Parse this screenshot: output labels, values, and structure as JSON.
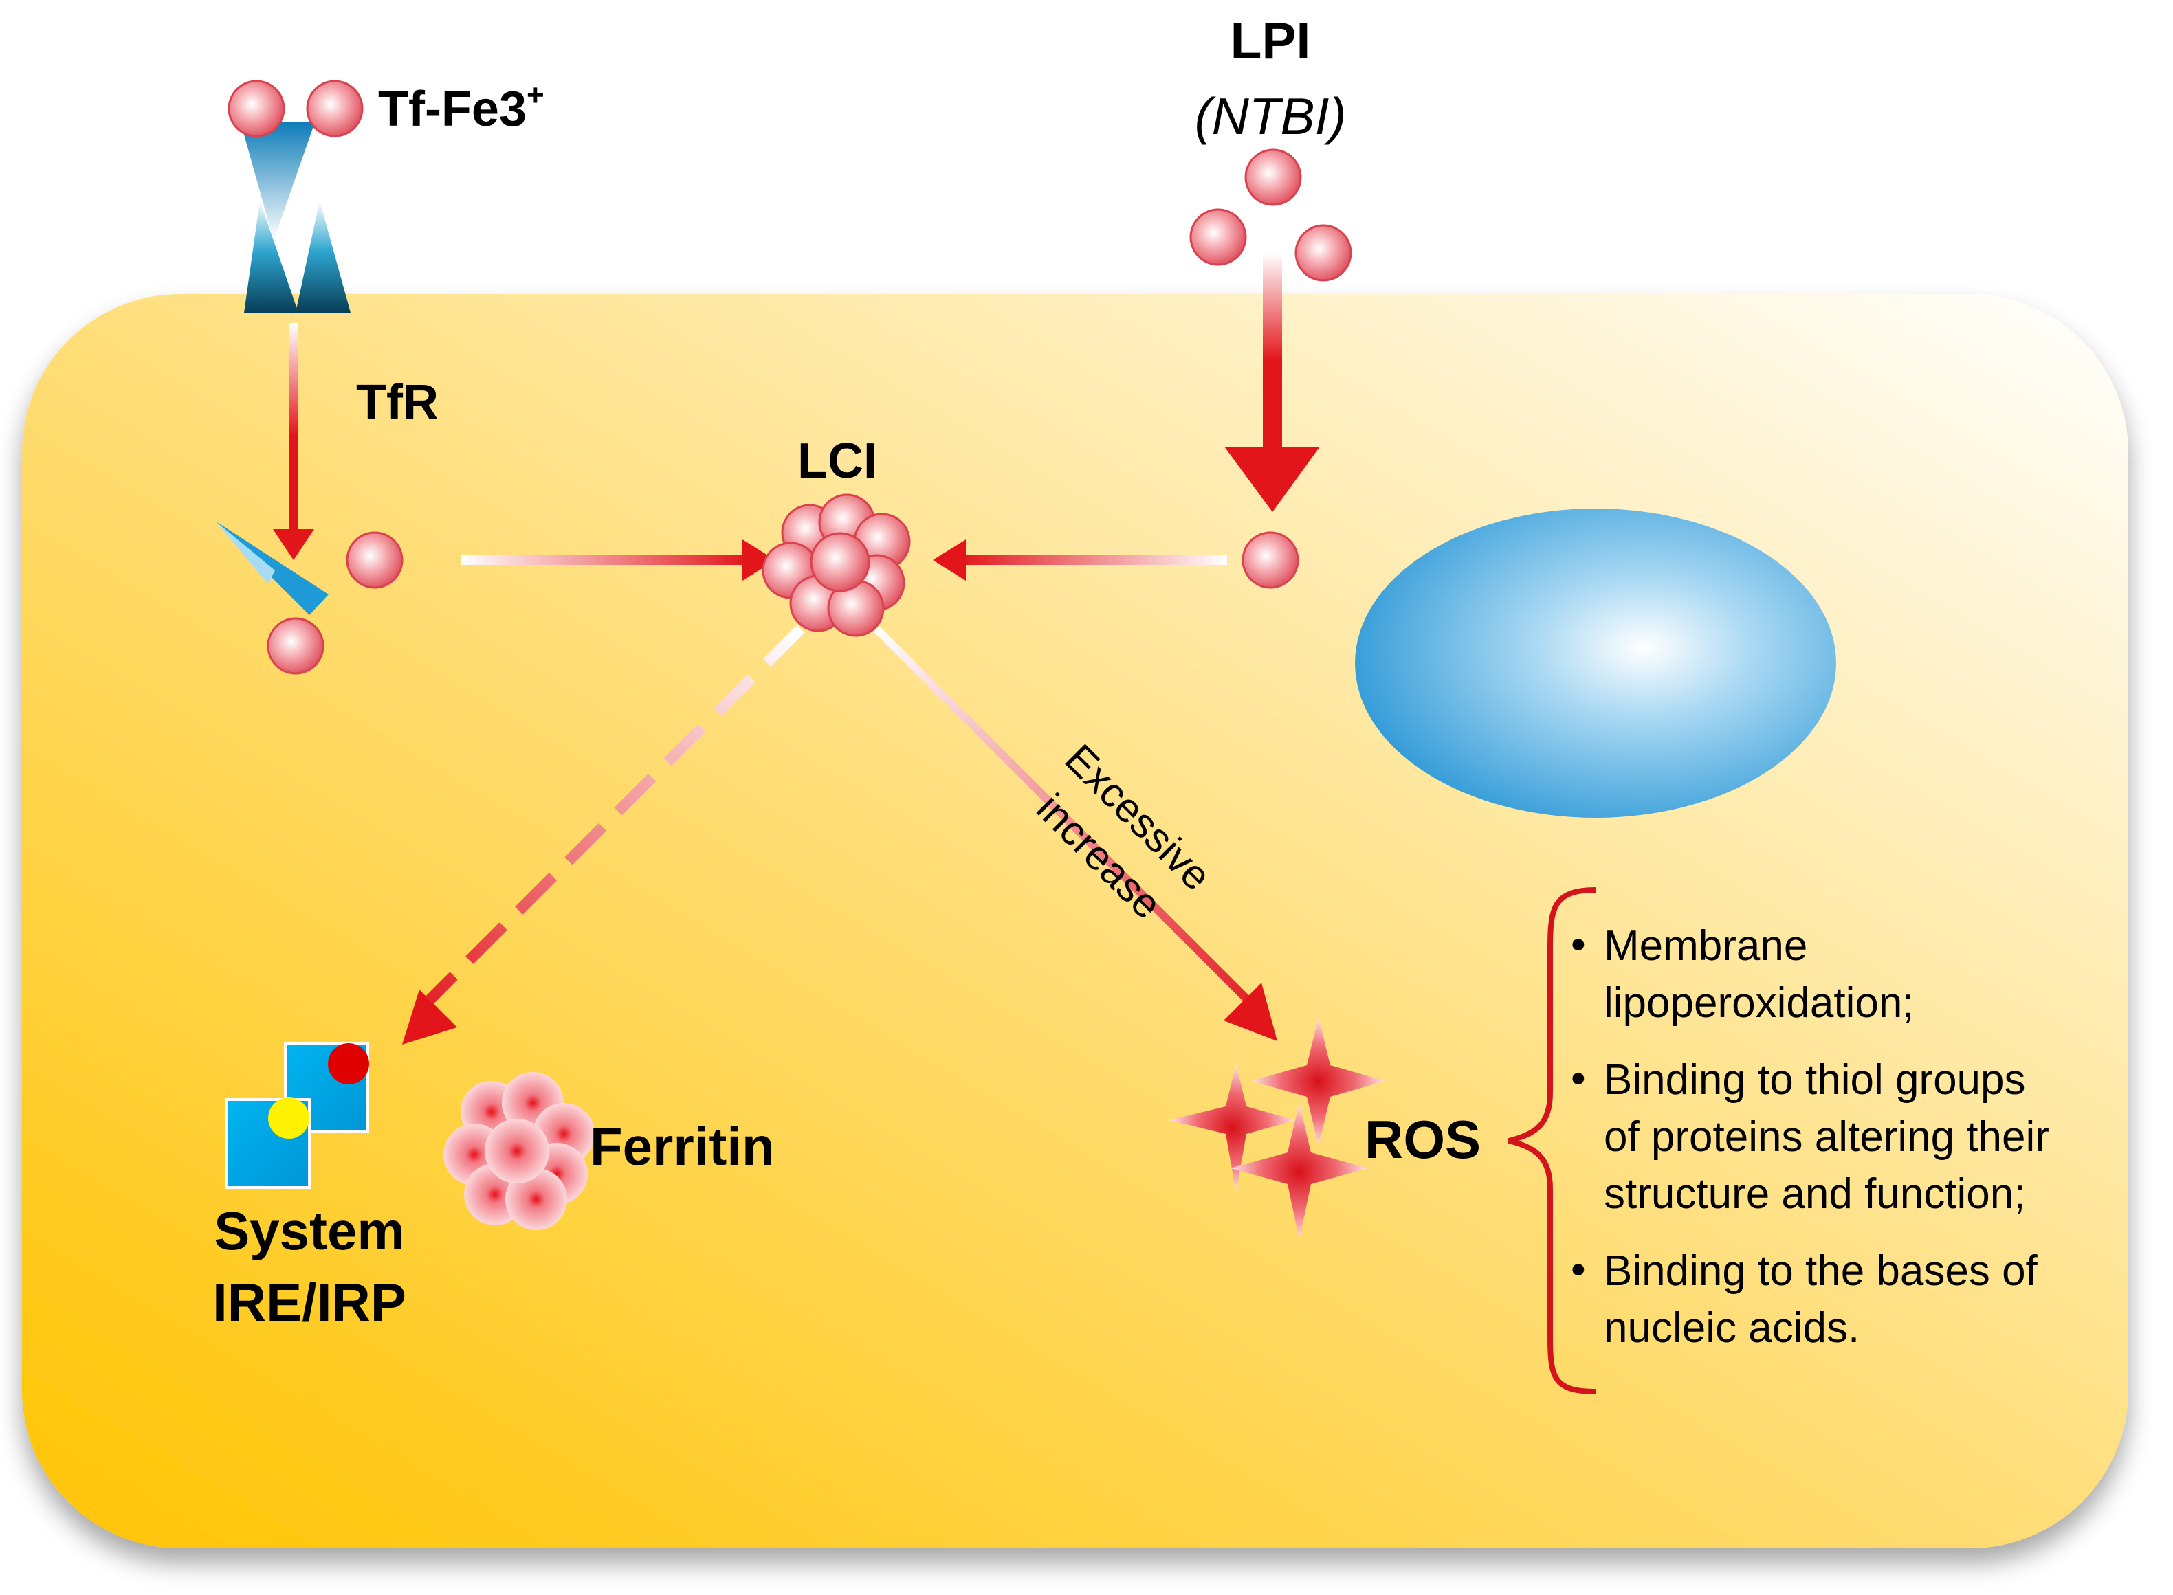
{
  "labels": {
    "tf_fe3": "Tf-Fe3",
    "tf_fe3_sup": "+",
    "tfr": "TfR",
    "lpi": "LPI",
    "ntbi": "(NTBI)",
    "lci": "LCI",
    "ferritin": "Ferritin",
    "system_line1": "System",
    "system_line2": "IRE/IRP",
    "ros": "ROS",
    "excessive": "Excessive",
    "increase": "increase"
  },
  "effects": [
    {
      "line1": "Membrane",
      "line2": "lipoperoxidation;"
    },
    {
      "line1": "Binding to thiol groups",
      "line2": "of proteins altering their",
      "line3": "structure and function;"
    },
    {
      "line1": "Binding to the bases of",
      "line2": "nucleic acids."
    }
  ],
  "bullet": "•",
  "colors": {
    "cell_left": "#FFC800",
    "cell_right": "#FFFFFF",
    "iron_ball": "#E8707A",
    "arrow_red": "#E2151B",
    "nucleus": "#3FA6DE",
    "receptor_dark": "#0B4E66",
    "receptor_light": "#1E9BD7",
    "irp_square": "#00AEEF",
    "irp_dot_red": "#E00000",
    "irp_dot_yellow": "#FFF200"
  }
}
